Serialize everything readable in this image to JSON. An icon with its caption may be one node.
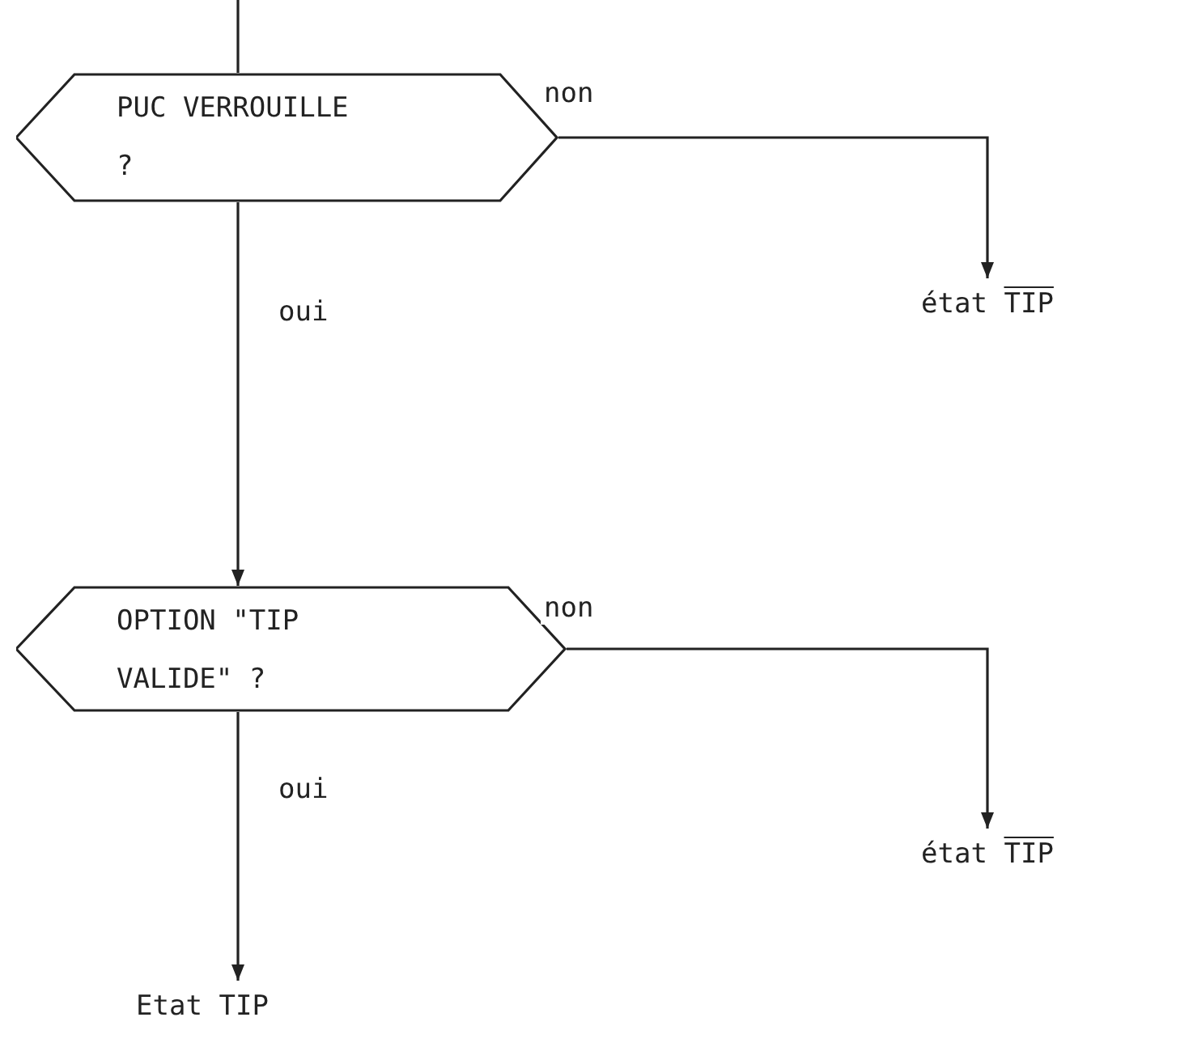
{
  "diagram": {
    "nodes": [
      {
        "text": [
          "PUC VERROUILLE ?"
        ]
      },
      {
        "text": [
          "état TIP"
        ]
      },
      {
        "text": [
          "OPTION \"TIP VALIDE\" ?"
        ]
      },
      {
        "text": [
          "état TIP"
        ]
      },
      {
        "text": [
          "Etat TIP"
        ]
      }
    ],
    "edges": [
      {
        "from": null,
        "to": 0,
        "arrow": "none"
      },
      {
        "from": 0,
        "to": 1,
        "arrow": "to",
        "label": "non"
      },
      {
        "from": 0,
        "to": 2,
        "arrow": "to",
        "label": "oui"
      },
      {
        "from": 2,
        "to": 3,
        "arrow": "to",
        "label": "non"
      },
      {
        "from": 2,
        "to": 4,
        "arrow": "to",
        "label": "oui"
      }
    ]
  }
}
